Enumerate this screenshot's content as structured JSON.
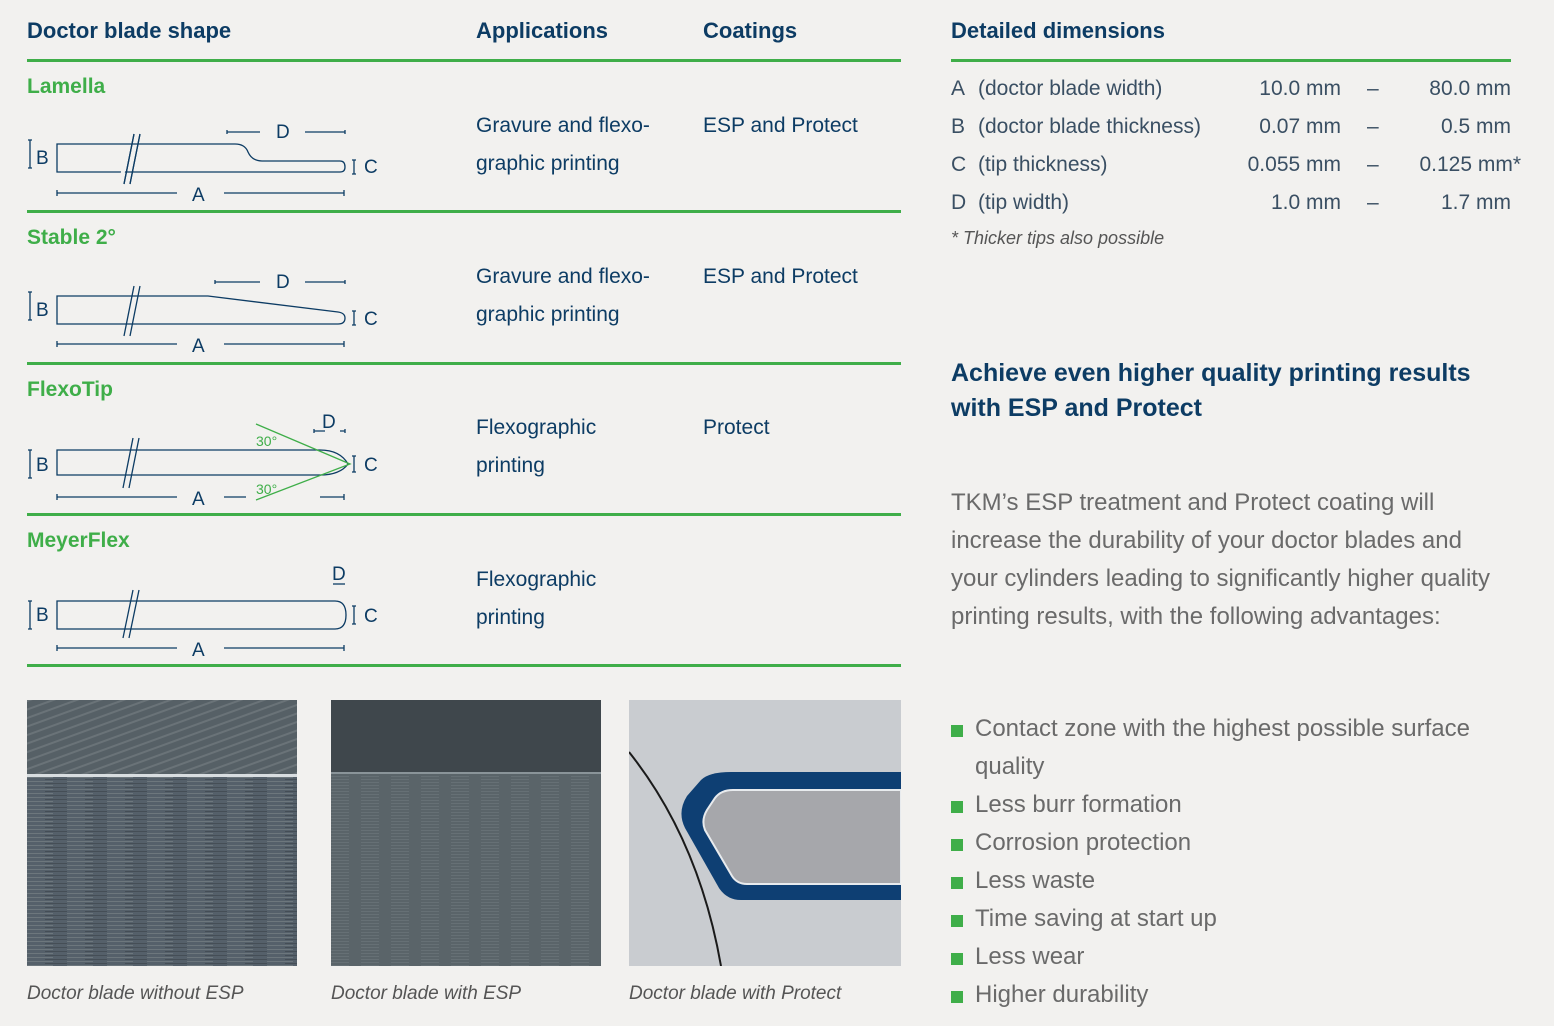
{
  "headers": {
    "shape": "Doctor blade shape",
    "applications": "Applications",
    "coatings": "Coatings",
    "dimensions": "Detailed dimensions"
  },
  "shapes": [
    {
      "name": "Lamella",
      "app1": "Gravure and flexo-",
      "app2": "graphic printing",
      "coating": "ESP and Protect"
    },
    {
      "name": "Stable 2°",
      "app1": "Gravure and flexo-",
      "app2": "graphic printing",
      "coating": "ESP and Protect"
    },
    {
      "name": "FlexoTip",
      "app1": "Flexographic",
      "app2": "printing",
      "coating": "Protect"
    },
    {
      "name": "MeyerFlex",
      "app1": "Flexographic",
      "app2": "printing",
      "coating": ""
    }
  ],
  "diagram_labels": {
    "a": "A",
    "b": "B",
    "c": "C",
    "d": "D",
    "angle": "30°"
  },
  "dimensions": [
    {
      "letter": "A",
      "desc": "(doctor blade width)",
      "min": "10.0 mm",
      "dash": "–",
      "max": "80.0 mm"
    },
    {
      "letter": "B",
      "desc": "(doctor blade thickness)",
      "min": "0.07 mm",
      "dash": "–",
      "max": "0.5 mm"
    },
    {
      "letter": "C",
      "desc": "(tip thickness)",
      "min": "0.055 mm",
      "dash": "–",
      "max": "0.125 mm*"
    },
    {
      "letter": "D",
      "desc": "(tip width)",
      "min": "1.0 mm",
      "dash": "–",
      "max": "1.7 mm"
    }
  ],
  "note": "* Thicker tips also possible",
  "subheading_line1": "Achieve even higher quality printing results",
  "subheading_line2": "with ESP and Protect",
  "paragraph": "TKM’s ESP treatment and Protect coating will increase the durability of your doctor blades and your cylinders leading to significantly higher quality printing results, with the following advantages:",
  "advantages": [
    "Contact zone with the highest possible surface quality",
    "Less burr formation",
    "Corrosion protection",
    "Less waste",
    "Time saving at start up",
    "Less wear",
    "Higher durability"
  ],
  "captions": [
    "Doctor blade without ESP",
    "Doctor blade with ESP",
    "Doctor blade with Protect"
  ],
  "colors": {
    "green": "#3fae49",
    "navy": "#0d3c64",
    "coating_blue": "#0e3f73"
  }
}
